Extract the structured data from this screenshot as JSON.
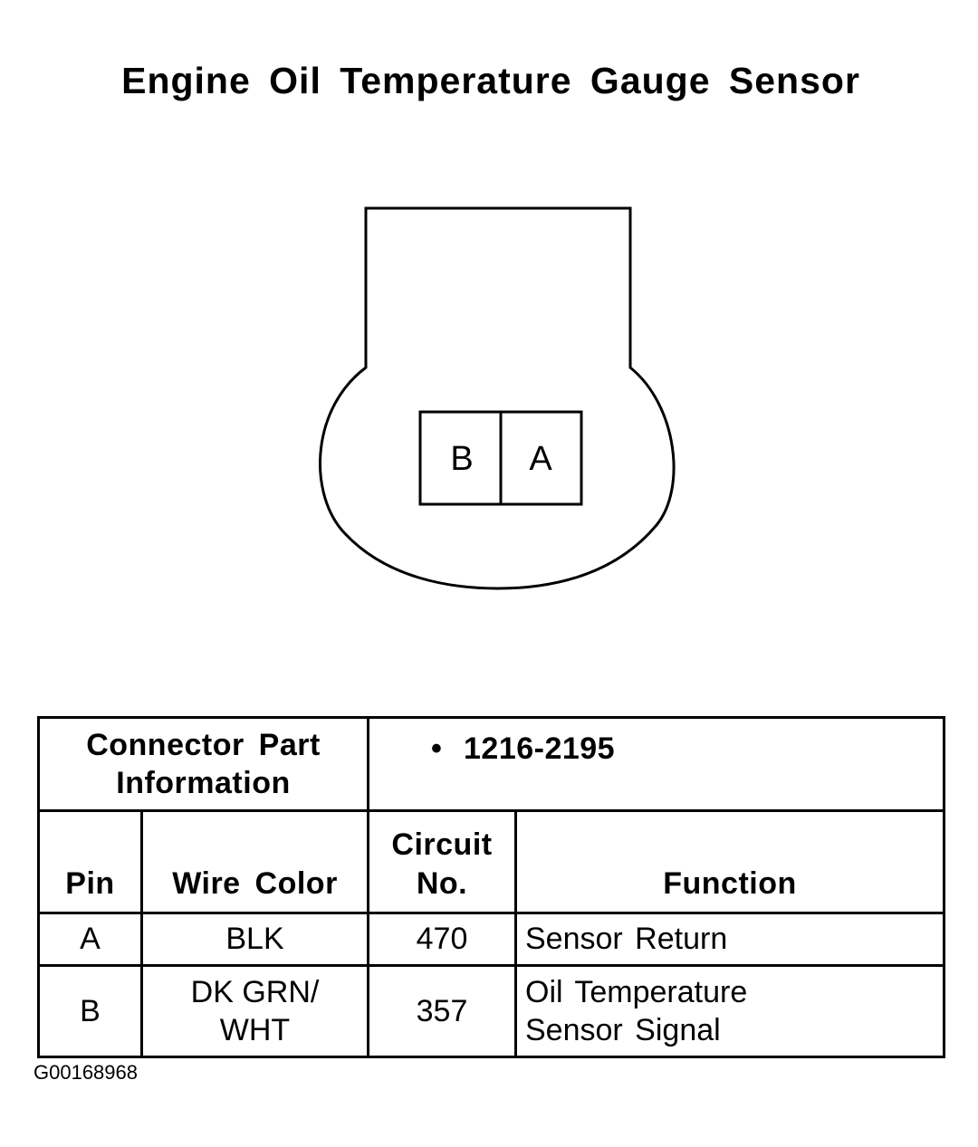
{
  "title": "Engine Oil Temperature Gauge Sensor",
  "connector": {
    "pins": [
      "B",
      "A"
    ]
  },
  "table": {
    "part_info_label": "Connector Part Information",
    "part_numbers": [
      "1216-2195"
    ],
    "headers": {
      "pin": "Pin",
      "wire_color": "Wire Color",
      "circuit_no": "Circuit No.",
      "function": "Function"
    },
    "rows": [
      {
        "pin": "A",
        "wire_color": "BLK",
        "circuit_no": "470",
        "function": "Sensor Return"
      },
      {
        "pin": "B",
        "wire_color": "DK GRN/ WHT",
        "circuit_no": "357",
        "function": "Oil Temperature Sensor Signal"
      }
    ]
  },
  "figure_id": "G00168968"
}
